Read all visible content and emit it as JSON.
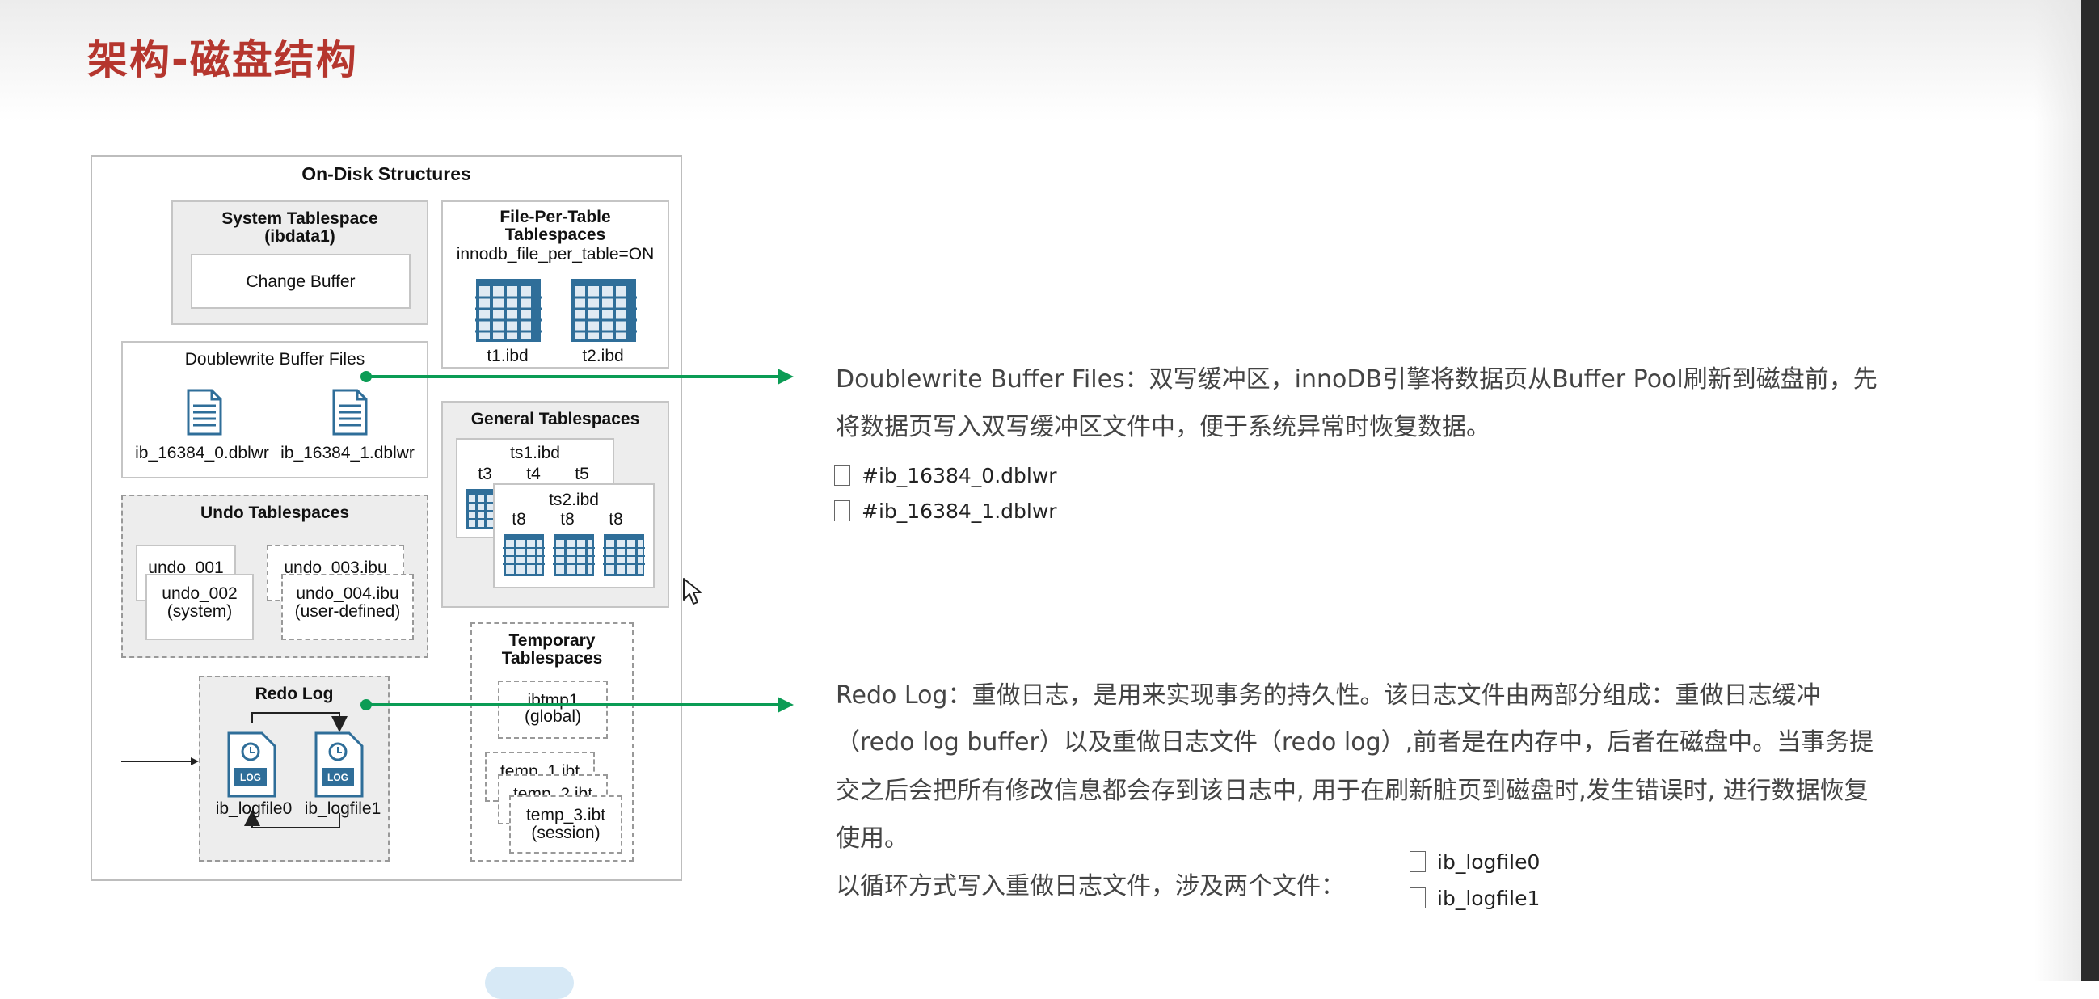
{
  "slide": {
    "title": "架构-磁盘结构"
  },
  "diagram": {
    "title": "On-Disk Structures",
    "system_tablespace": {
      "title": "System Tablespace",
      "subtitle": "(ibdata1)",
      "change_buffer": "Change Buffer"
    },
    "file_per_table": {
      "title1": "File-Per-Table",
      "title2": "Tablespaces",
      "setting": "innodb_file_per_table=ON",
      "files": [
        "t1.ibd",
        "t2.ibd"
      ]
    },
    "doublewrite": {
      "title": "Doublewrite Buffer Files",
      "files": [
        "ib_16384_0.dblwr",
        "ib_16384_1.dblwr"
      ]
    },
    "general": {
      "title": "General Tablespaces",
      "ts1": "ts1.ibd",
      "ts1_tables": [
        "t3",
        "t4",
        "t5"
      ],
      "ts2": "ts2.ibd",
      "ts2_tables": [
        "t8",
        "t8",
        "t8"
      ]
    },
    "undo": {
      "title": "Undo Tablespaces",
      "undo_001": "undo_001",
      "undo_002": "undo_002",
      "undo_002_sub": "(system)",
      "undo_003": "undo_003.ibu",
      "undo_004": "undo_004.ibu",
      "undo_004_sub": "(user-defined)"
    },
    "redo": {
      "title": "Redo Log",
      "log_badge": "LOG",
      "files": [
        "ib_logfile0",
        "ib_logfile1"
      ]
    },
    "temporary": {
      "title1": "Temporary",
      "title2": "Tablespaces",
      "ibtmp1": "ibtmp1",
      "ibtmp1_sub": "(global)",
      "temp_1": "temp_1.ibt",
      "temp_2": "temp_2.ibt",
      "temp_3": "temp_3.ibt",
      "temp_3_sub": "(session)"
    }
  },
  "doublewrite_desc": {
    "line1": "Doublewrite Buffer Files：双写缓冲区，innoDB引擎将数据页从Buffer Pool刷新到磁盘前，先",
    "line2": "将数据页写入双写缓冲区文件中，便于系统异常时恢复数据。",
    "files": [
      "#ib_16384_0.dblwr",
      "#ib_16384_1.dblwr"
    ]
  },
  "redo_desc": {
    "line1": "Redo Log：重做日志，是用来实现事务的持久性。该日志文件由两部分组成：重做日志缓冲",
    "line2": "（redo log buffer）以及重做日志文件（redo log）,前者是在内存中，后者在磁盘中。当事务提",
    "line3": "交之后会把所有修改信息都会存到该日志中, 用于在刷新脏页到磁盘时,发生错误时, 进行数据恢复",
    "line4": "使用。",
    "line5": "以循环方式写入重做日志文件，涉及两个文件：",
    "files": [
      "ib_logfile0",
      "ib_logfile1"
    ]
  },
  "colors": {
    "title": "#b5362e",
    "arrow": "#0b9c55",
    "table_icon": "#2f6e99"
  }
}
